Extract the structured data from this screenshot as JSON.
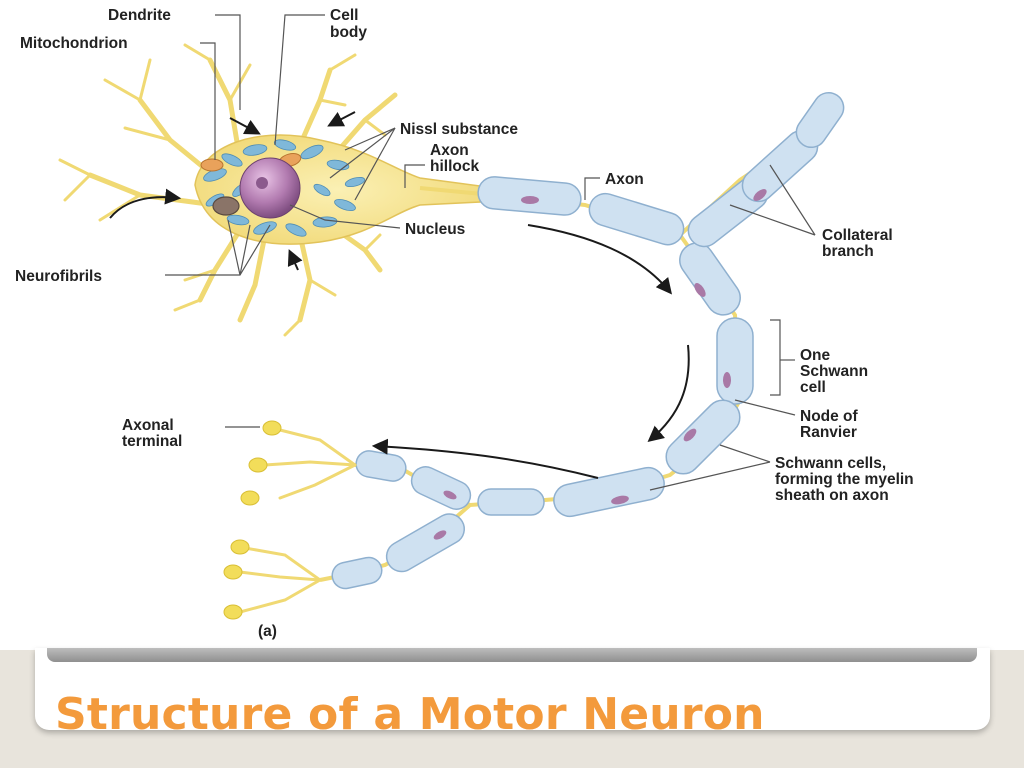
{
  "slide": {
    "title": "Structure of a Motor Neuron"
  },
  "figure": {
    "panel_label": "(a)",
    "labels": {
      "dendrite": "Dendrite",
      "cell_body": [
        "Cell",
        "body"
      ],
      "mitochondrion": "Mitochondrion",
      "nissl_substance": "Nissl substance",
      "axon_hillock": [
        "Axon",
        "hillock"
      ],
      "axon": "Axon",
      "nucleus": "Nucleus",
      "neurofibrils": "Neurofibrils",
      "collateral_branch": [
        "Collateral",
        "branch"
      ],
      "one_schwann_cell": [
        "One",
        "Schwann",
        "cell"
      ],
      "node_of_ranvier": [
        "Node of",
        "Ranvier"
      ],
      "schwann_cells_sheath": [
        "Schwann cells,",
        "forming the myelin",
        "sheath on axon"
      ],
      "axonal_terminal": [
        "Axonal",
        "terminal"
      ]
    }
  },
  "colors": {
    "title": "#f39a3c",
    "dendrite": "#f0d973",
    "myelin_sheath": "#cfe1f1",
    "nucleus": "#a979a6",
    "nissl": "#7fb8d9"
  }
}
